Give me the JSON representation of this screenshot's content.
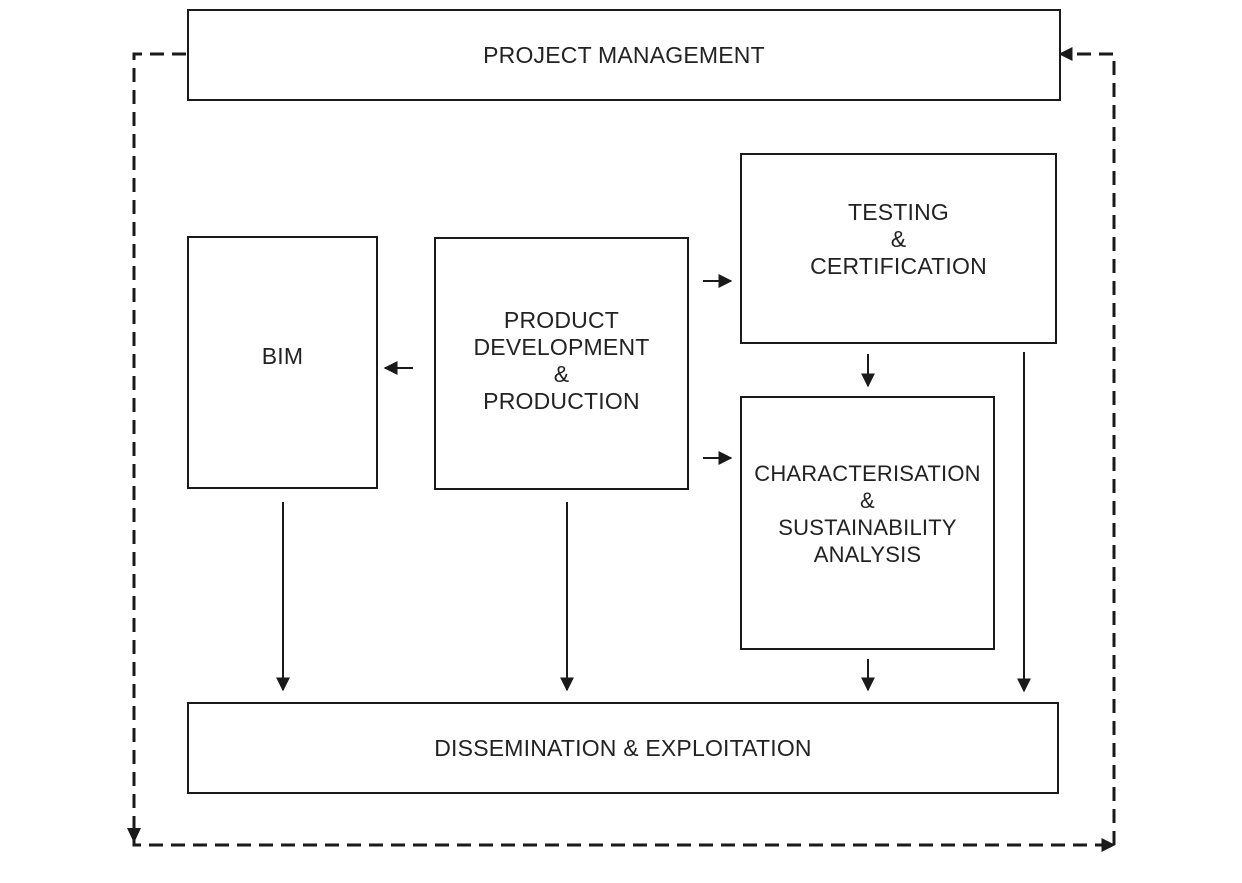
{
  "diagram": {
    "colors": {
      "stroke": "#1a1a1a",
      "text": "#222222",
      "background": "#ffffff"
    },
    "boxes": {
      "project_management": {
        "label": "PROJECT MANAGEMENT"
      },
      "bim": {
        "label": "BIM"
      },
      "product_development": {
        "lines": [
          "PRODUCT",
          "DEVELOPMENT",
          "&",
          "PRODUCTION"
        ]
      },
      "testing": {
        "lines": [
          "TESTING",
          "&",
          "CERTIFICATION"
        ]
      },
      "characterisation": {
        "lines": [
          "CHARACTERISATION",
          "&",
          "SUSTAINABILITY",
          "ANALYSIS"
        ]
      },
      "dissemination": {
        "label": "DISSEMINATION & EXPLOITATION"
      }
    },
    "connections": [
      {
        "from": "product_development",
        "to": "bim",
        "style": "solid"
      },
      {
        "from": "product_development",
        "to": "testing",
        "style": "solid"
      },
      {
        "from": "product_development",
        "to": "characterisation",
        "style": "solid"
      },
      {
        "from": "testing",
        "to": "characterisation",
        "style": "solid"
      },
      {
        "from": "bim",
        "to": "dissemination",
        "style": "solid"
      },
      {
        "from": "product_development",
        "to": "dissemination",
        "style": "solid"
      },
      {
        "from": "characterisation",
        "to": "dissemination",
        "style": "solid"
      },
      {
        "from": "testing",
        "to": "dissemination",
        "style": "solid"
      },
      {
        "from": "project_management",
        "to": "dissemination",
        "style": "dashed",
        "path": "left-loop"
      },
      {
        "from": "dissemination",
        "to": "project_management",
        "style": "dashed",
        "path": "right-loop"
      }
    ]
  }
}
